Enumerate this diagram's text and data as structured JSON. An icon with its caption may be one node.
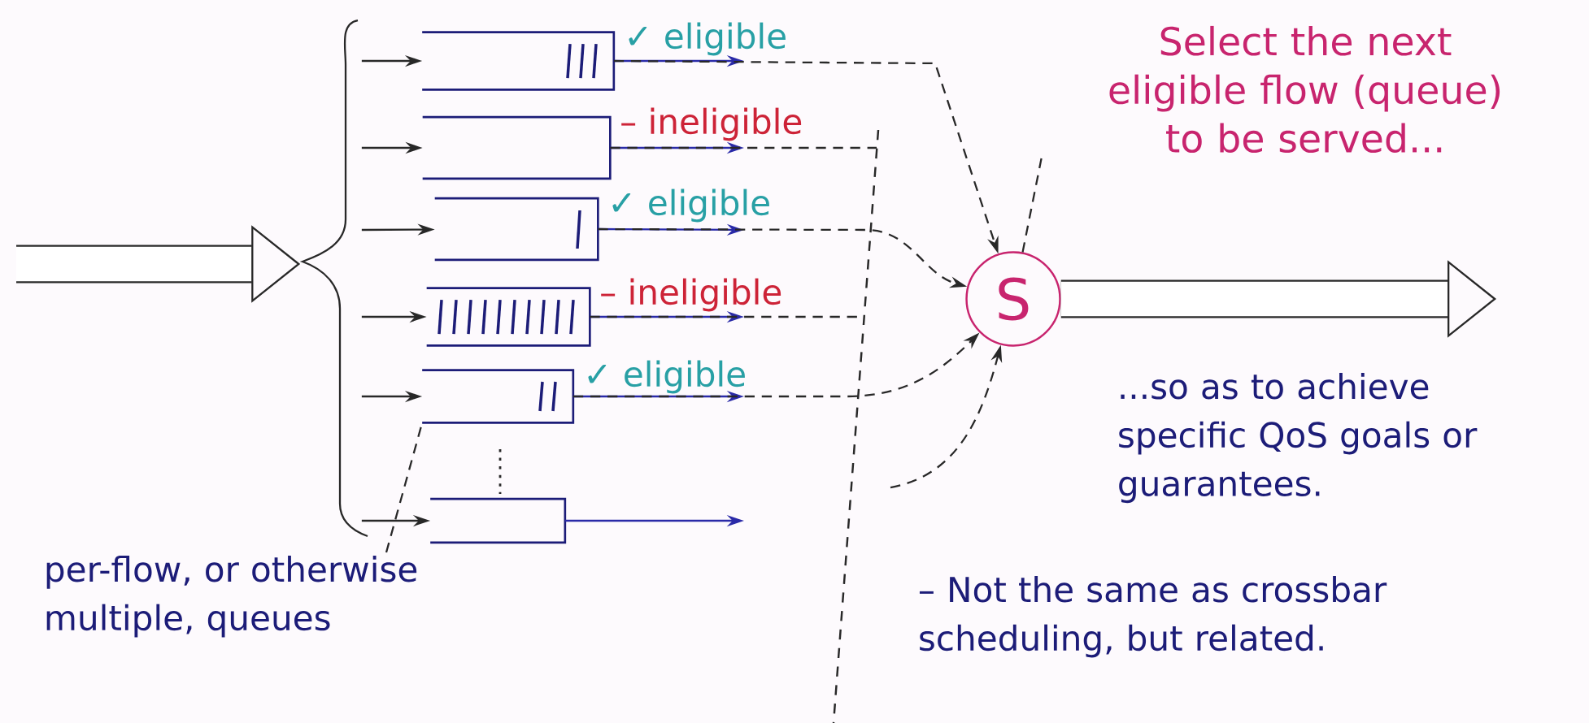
{
  "diagram": {
    "nodes": [
      {
        "text": [],
        "shape": "box",
        "beside": [
          "✓ eligible"
        ]
      },
      {
        "text": [],
        "shape": "box",
        "beside": [
          "– ineligible"
        ]
      },
      {
        "text": [],
        "shape": "box",
        "beside": [
          "✓ eligible"
        ]
      },
      {
        "text": [],
        "shape": "box",
        "beside": [
          "– ineligible"
        ]
      },
      {
        "text": [],
        "shape": "box",
        "beside": [
          "✓ eligible"
        ]
      },
      {
        "text": [],
        "shape": "box"
      },
      {
        "text": [
          "S"
        ]
      },
      {
        "text": [
          "Select the next eligible flow (queue) to be served..."
        ]
      },
      {
        "text": [
          "per-flow, or otherwise multiple, queues"
        ]
      },
      {
        "text": [],
        "shape": "brace"
      }
    ],
    "edges": [
      {
        "from": 9,
        "to": 0,
        "arrow": "to"
      },
      {
        "from": 9,
        "to": 1,
        "arrow": "to"
      },
      {
        "from": 9,
        "to": 2,
        "arrow": "to"
      },
      {
        "from": 9,
        "to": 3,
        "arrow": "to"
      },
      {
        "from": 9,
        "to": 4,
        "arrow": "to"
      },
      {
        "from": 9,
        "to": 5,
        "arrow": "to"
      },
      {
        "from": 0,
        "to": null,
        "arrow": "to",
        "color": "#2a2aa8"
      },
      {
        "from": 1,
        "to": null,
        "arrow": "to",
        "color": "#2a2aa8"
      },
      {
        "from": 2,
        "to": null,
        "arrow": "to",
        "color": "#2a2aa8"
      },
      {
        "from": 3,
        "to": null,
        "arrow": "to",
        "color": "#2a2aa8"
      },
      {
        "from": 4,
        "to": null,
        "arrow": "to",
        "color": "#2a2aa8"
      },
      {
        "from": 5,
        "to": null,
        "arrow": "to",
        "color": "#2a2aa8"
      },
      {
        "from": 0,
        "to": 6,
        "arrow": "to",
        "style": "dashed"
      },
      {
        "from": 2,
        "to": 6,
        "arrow": "to",
        "style": "dashed"
      },
      {
        "from": 4,
        "to": 6,
        "arrow": "to",
        "style": "dashed"
      },
      {
        "from": null,
        "to": 6,
        "arrow": "to",
        "style": "dashed"
      },
      {
        "from": 1,
        "to": null,
        "arrow": "none",
        "style": "dashed"
      },
      {
        "from": 3,
        "to": null,
        "arrow": "none",
        "style": "dashed"
      },
      {
        "from": 6,
        "to": 7,
        "arrow": "none",
        "style": "dashed"
      },
      {
        "from": 6,
        "to": null,
        "arrow": "to",
        "style": "thick"
      },
      {
        "from": 8,
        "to": 4,
        "arrow": "none",
        "style": "dashed"
      },
      {
        "from": null,
        "to": 9,
        "arrow": "to",
        "style": "thick"
      }
    ],
    "labels": [
      "...so as to achieve specific QoS goals or guarantees.",
      "– Not the same as crossbar scheduling, but related."
    ]
  }
}
